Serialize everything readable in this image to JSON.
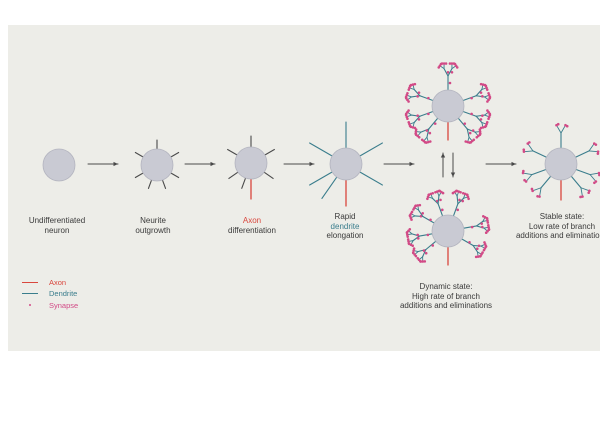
{
  "colors": {
    "panel": "#edede8",
    "soma": "#c9cad3",
    "soma_stroke": "#b3b4bf",
    "axon": "#d9473d",
    "dendrite": "#3a7d8c",
    "synapse": "#d24a86",
    "neurite": "#4a4a4a",
    "arrow": "#4a4a4a",
    "text": "#3a3a3a"
  },
  "stages": [
    {
      "id": "undifferentiated",
      "lines": [
        {
          "text": "Undifferentiated"
        },
        {
          "text": "neuron"
        }
      ]
    },
    {
      "id": "outgrowth",
      "lines": [
        {
          "text": "Neurite"
        },
        {
          "text": "outgrowth"
        }
      ]
    },
    {
      "id": "axon",
      "lines": [
        {
          "text": "Axon",
          "color": "#d9473d"
        },
        {
          "text": "differentiation"
        }
      ]
    },
    {
      "id": "dendrite",
      "lines": [
        {
          "text": "Rapid"
        },
        {
          "text": "dendrite",
          "color": "#3a7d8c"
        },
        {
          "text": "elongation"
        }
      ]
    },
    {
      "id": "dynamic",
      "lines": [
        {
          "text": "Dynamic state:"
        },
        {
          "text": "High rate of branch"
        },
        {
          "text": "additions and eliminations"
        }
      ]
    },
    {
      "id": "stable",
      "lines": [
        {
          "text": "Stable state:"
        },
        {
          "text": "Low rate of branch"
        },
        {
          "text": "additions and eliminations"
        }
      ]
    }
  ],
  "legend": [
    {
      "label": "Axon",
      "color": "#d9473d",
      "kind": "line"
    },
    {
      "label": "Dendrite",
      "color": "#3a7d8c",
      "kind": "line"
    },
    {
      "label": "Synapse",
      "color": "#d24a86",
      "kind": "dot"
    }
  ]
}
